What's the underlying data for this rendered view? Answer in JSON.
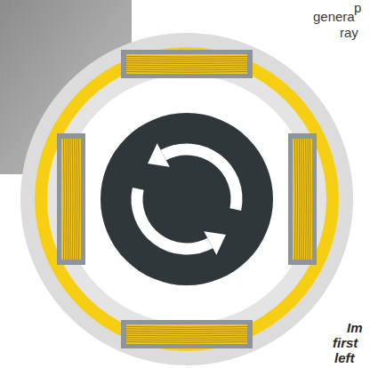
{
  "diagram": {
    "labels": [
      "p",
      "genera",
      "ray",
      "Im",
      "first",
      "left"
    ]
  }
}
